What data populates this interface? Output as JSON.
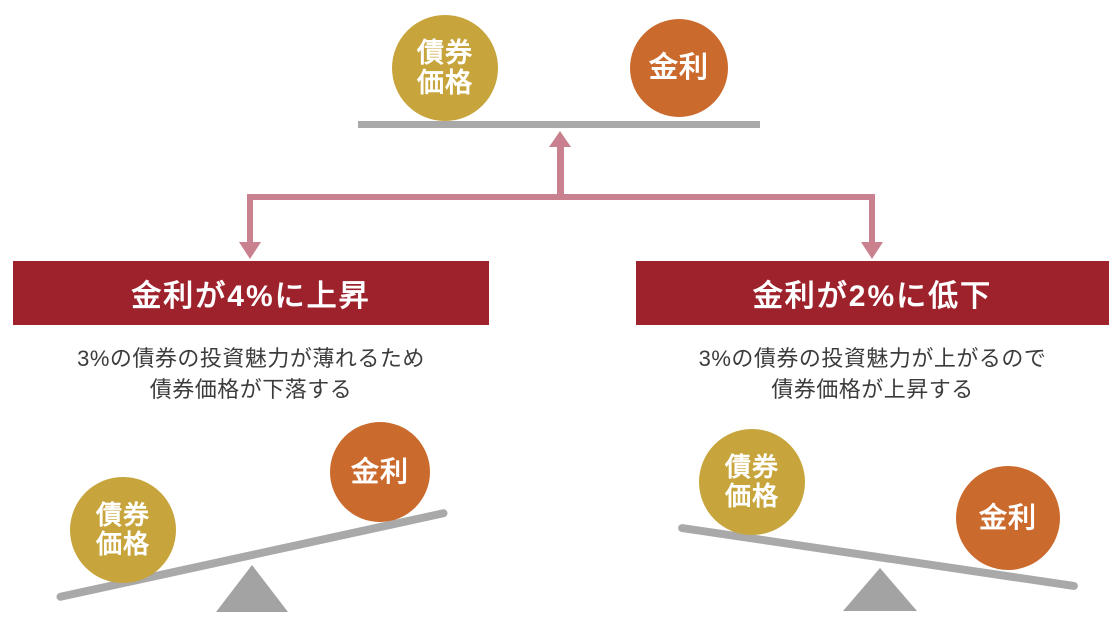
{
  "colors": {
    "bond_yellow": "#c7a53c",
    "rate_orange": "#cb6a2d",
    "banner_red": "#9e222b",
    "arrow_pink": "#c9818f",
    "beam_gray": "#a9a9a9",
    "text_dark": "#3c3c3c"
  },
  "top_balance": {
    "bond_circle_line1": "債券",
    "bond_circle_line2": "価格",
    "rate_circle_label": "金利"
  },
  "left_branch": {
    "banner_label": "金利が4%に上昇",
    "description_line1": "3%の債券の投資魅力が薄れるため",
    "description_line2": "債券価格が下落する",
    "seesaw": {
      "bond_circle_line1": "債券",
      "bond_circle_line2": "価格",
      "rate_circle_label": "金利"
    }
  },
  "right_branch": {
    "banner_label": "金利が2%に低下",
    "description_line1": "3%の債券の投資魅力が上がるので",
    "description_line2": "債券価格が上昇する",
    "seesaw": {
      "bond_circle_line1": "債券",
      "bond_circle_line2": "価格",
      "rate_circle_label": "金利"
    }
  }
}
